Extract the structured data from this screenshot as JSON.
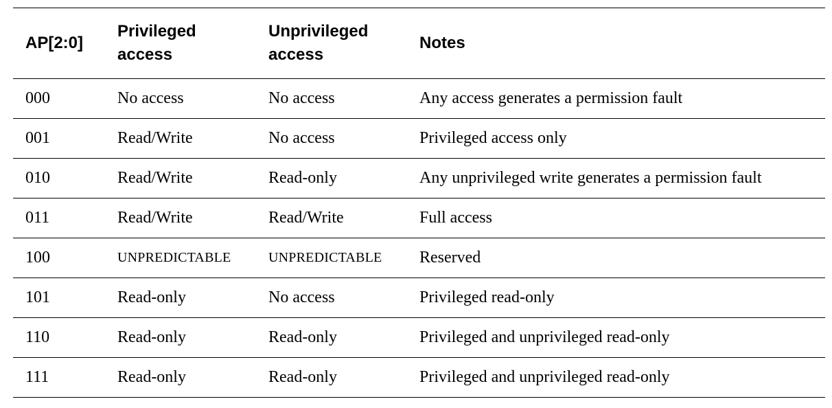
{
  "table": {
    "headers": [
      "AP[2:0]",
      "Privileged\naccess",
      "Unprivileged\naccess",
      "Notes"
    ],
    "rows": [
      [
        "000",
        "No access",
        "No access",
        "Any access generates a permission fault"
      ],
      [
        "001",
        "Read/Write",
        "No access",
        "Privileged access only"
      ],
      [
        "010",
        "Read/Write",
        "Read-only",
        "Any unprivileged write generates a permission fault"
      ],
      [
        "011",
        "Read/Write",
        "Read/Write",
        "Full access"
      ],
      [
        "100",
        "UNPREDICTABLE",
        "UNPREDICTABLE",
        "Reserved"
      ],
      [
        "101",
        "Read-only",
        "No access",
        "Privileged read-only"
      ],
      [
        "110",
        "Read-only",
        "Read-only",
        "Privileged and unprivileged read-only"
      ],
      [
        "111",
        "Read-only",
        "Read-only",
        "Privileged and unprivileged read-only"
      ]
    ]
  }
}
